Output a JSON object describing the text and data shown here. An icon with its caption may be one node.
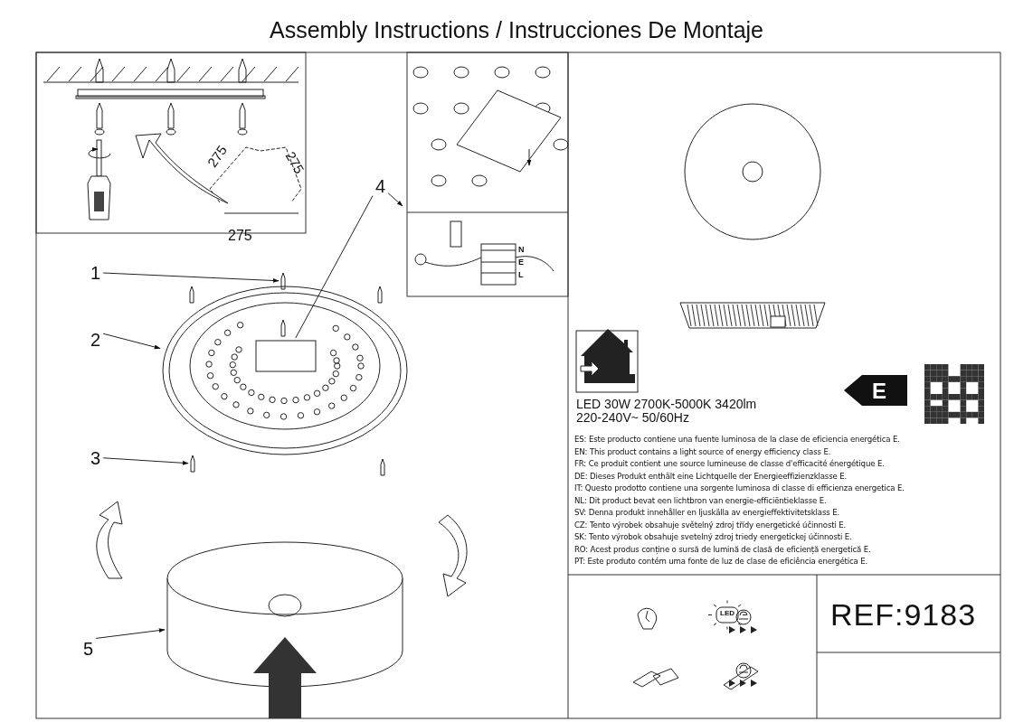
{
  "diagram": {
    "title": "Assembly Instructions / Instrucciones De Montaje",
    "nodes": [
      {
        "text": [
          "1"
        ]
      },
      {
        "text": [
          "2"
        ]
      },
      {
        "text": [
          "3"
        ]
      },
      {
        "text": [
          "4"
        ]
      },
      {
        "text": [
          "5"
        ]
      },
      {
        "text": [],
        "shape": "picture"
      },
      {
        "text": [],
        "shape": "picture"
      },
      {
        "text": [],
        "shape": "picture"
      },
      {
        "text": [],
        "shape": "picture"
      },
      {
        "text": [],
        "shape": "box",
        "in": 6
      }
    ],
    "edges": [
      {
        "from": 0,
        "to": 5,
        "arrow": "to"
      },
      {
        "from": 1,
        "to": 6,
        "arrow": "to"
      },
      {
        "from": 2,
        "to": 7,
        "arrow": "to"
      },
      {
        "from": 3,
        "to": 9,
        "arrow": "none"
      },
      {
        "from": 3,
        "to": null,
        "arrow": "to"
      },
      {
        "from": 4,
        "to": 8,
        "arrow": "to"
      }
    ],
    "labels": [
      "275",
      "275",
      "275",
      "N",
      "E",
      "L",
      "E",
      "LED 30W 2700K-5000K 3420lm 220-240V~ 50/60Hz",
      "ES: Este producto contiene una fuente luminosa de la clase de eficiencia energética E.",
      "EN: This product contains a light source of energy efficiency class E.",
      "FR: Ce produit contient une source lumineuse de classe d'efficacité énergétique E.",
      "DE: Dieses Produkt enthält eine Lichtquelle der Energieeffizienzklasse E.",
      "IT: Questo prodotto contiene una sorgente luminosa di classe di efficienza energetica E.",
      "NL: Dit product bevat een lichtbron van energie-efficiëntieklasse E.",
      "SV: Denna produkt innehåller en ljuskälla av energieffektivitetsklass E.",
      "CZ: Tento výrobek obsahuje světelný zdroj třídy energetické účinnosti E.",
      "SK: Tento výrobok obsahuje svetelný zdroj triedy energetickej účinnosti E.",
      "RO: Acest produs conține o sursă de lumină de clasă de eficiență energetică E.",
      "PT: Este produto contém uma fonte de luz de clase de eficiência energética E.",
      "LED",
      "REF:9183"
    ]
  }
}
